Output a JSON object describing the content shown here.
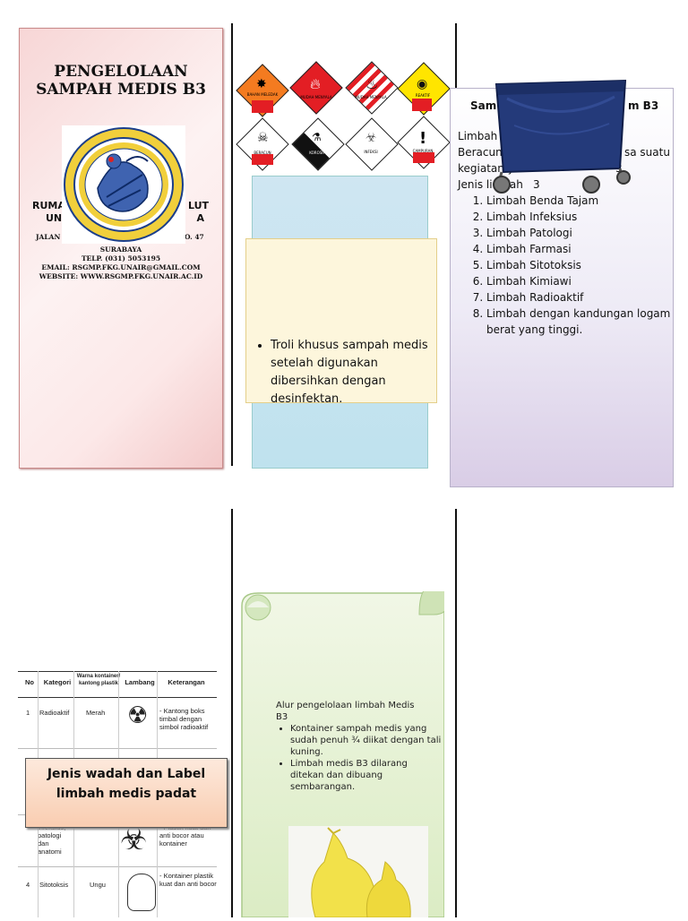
{
  "panel1": {
    "title_line1": "PENGELOLAAN",
    "title_line2": "SAMPAH MEDIS B3",
    "side_left_1": "RUMA",
    "side_left_2": "UN",
    "side_right_1": "LUT",
    "side_right_2": "A",
    "address_fragment": "JALAN",
    "address_number": "O. 47",
    "city": "SURABAYA",
    "phone": "TELP. (031) 5053195",
    "email": "EMAIL: RSGMP.FKG.UNAIR@GMAIL.COM",
    "website": "WEBSITE: WWW.RSGMP.FKG.UNAIR.AC.ID"
  },
  "hazard_symbols": [
    {
      "icon": "explosive-icon",
      "label": "BAHAN MELEDAK",
      "color": "#f47b20"
    },
    {
      "icon": "flammable-icon",
      "label": "MUDAH MENYALA",
      "color": "#e31e24"
    },
    {
      "icon": "flammable-solid-icon",
      "label": "MUDAH MENYALA",
      "color": "#e31e24"
    },
    {
      "icon": "oxidizer-icon",
      "label": "REAKTIF",
      "color": "#ffe500"
    },
    {
      "icon": "toxic-icon",
      "label": "BERACUN",
      "color": "#ffffff"
    },
    {
      "icon": "corrosive-icon",
      "label": "KOROSIF",
      "color": "#ffffff"
    },
    {
      "icon": "infectious-icon",
      "label": "INFEKSI",
      "color": "#ffffff"
    },
    {
      "icon": "mixed-hazard-icon",
      "label": "CAMPURAN",
      "color": "#ffffff"
    }
  ],
  "panel2": {
    "bullet": "Troli khusus sampah medis setelah digunakan dibersihkan dengan desinfektan."
  },
  "panel3": {
    "title_left": "Sam",
    "title_right": "m B3",
    "line1_left": "Limbah B",
    "line2_left": "Beracun/L",
    "line2_right": "sa suatu",
    "line3_left": "kegiatan ya",
    "line3_right": "3.",
    "line4_left": "Jenis limbah",
    "line4_right": "3",
    "types": [
      "Limbah Benda Tajam",
      "Limbah Infeksius",
      "Limbah Patologi",
      "Limbah Farmasi",
      "Limbah Sitotoksis",
      "Limbah Kimiawi",
      "Limbah Radioaktif",
      "Limbah dengan kandungan logam berat yang tinggi."
    ]
  },
  "table": {
    "headers": [
      "No",
      "Kategori",
      "Warna kontainer/ kantong plastik",
      "Lambang",
      "Keterangan"
    ],
    "row1": {
      "no": "1",
      "kategori": "Radioaktif",
      "warna": "Merah",
      "keterangan": "- Kantong boks timbal dengan simbol radioaktif"
    },
    "row3": {
      "kategori": "infeksius, patologi dan anatomi",
      "keterangan": "- Plastik kuat dan anti bocor atau kontainer"
    },
    "row4": {
      "no": "4",
      "kategori": "Sitotoksis",
      "warna": "Ungu",
      "keterangan": "- Kontainer plastik kuat dan anti bocor"
    }
  },
  "jenis_box": {
    "line1": "Jenis wadah dan Label",
    "line2": "limbah medis padat"
  },
  "scroll": {
    "heading_line1": "Alur pengelolaan limbah Medis",
    "heading_line2": "B3",
    "bullets": [
      "Kontainer sampah medis yang sudah penuh ¾ diikat dengan tali kuning.",
      "Limbah medis B3 dilarang ditekan dan dibuang sembarangan."
    ]
  }
}
